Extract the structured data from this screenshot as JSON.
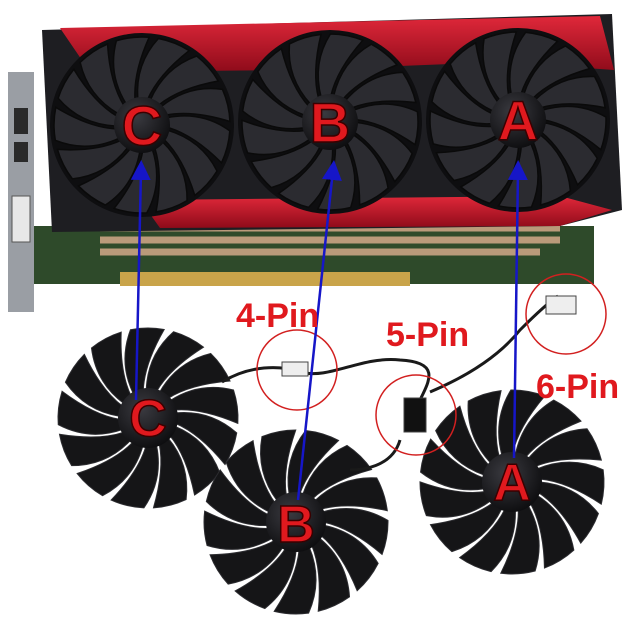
{
  "colors": {
    "card_red": "#c8102e",
    "card_dark": "#1e1e22",
    "fan_black": "#151517",
    "label_red": "#e0191e",
    "arrow_blue": "#1616c8",
    "circle_red": "#d22020",
    "pcb_green": "#2e4a2a",
    "gold": "#c9a44a"
  },
  "card_labels": {
    "a": "A",
    "b": "B",
    "c": "C"
  },
  "fan_labels": {
    "a": "A",
    "b": "B",
    "c": "C"
  },
  "connectors": {
    "four_pin": "4-Pin",
    "five_pin": "5-Pin",
    "six_pin": "6-Pin"
  }
}
